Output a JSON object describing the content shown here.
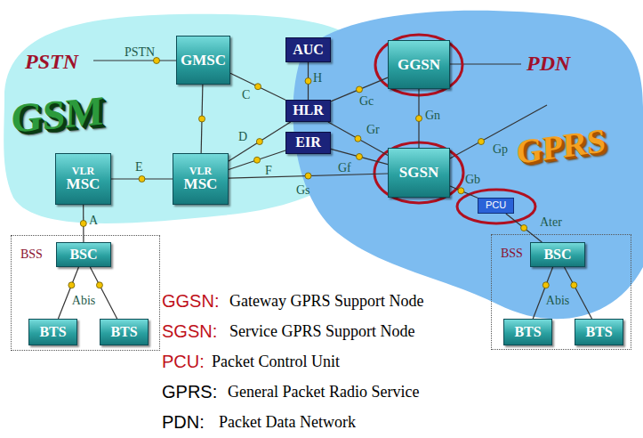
{
  "diagram": {
    "nodes": [
      {
        "text": [
          "GMSC"
        ]
      },
      {
        "text": [
          "AUC"
        ]
      },
      {
        "text": [
          "GGSN"
        ]
      },
      {
        "text": [
          "HLR"
        ]
      },
      {
        "text": [
          "EIR"
        ]
      },
      {
        "text": [
          "VLR",
          "MSC"
        ]
      },
      {
        "text": [
          "VLR",
          "MSC"
        ]
      },
      {
        "text": [
          "SGSN"
        ]
      },
      {
        "text": [
          "PCU"
        ]
      },
      {
        "text": [
          "BSS"
        ]
      },
      {
        "text": [
          "BSC"
        ],
        "in": 9
      },
      {
        "text": [
          "BTS"
        ],
        "in": 9
      },
      {
        "text": [
          "BTS"
        ],
        "in": 9
      },
      {
        "text": [
          "BSS"
        ]
      },
      {
        "text": [
          "BSC"
        ],
        "in": 13
      },
      {
        "text": [
          "BTS"
        ],
        "in": 13
      },
      {
        "text": [
          "BTS"
        ],
        "in": 13
      }
    ],
    "edges": [
      {
        "from": 0,
        "to": 6,
        "arrow": "none"
      },
      {
        "from": 0,
        "to": 3,
        "label": "C",
        "arrow": "none"
      },
      {
        "from": 1,
        "to": 3,
        "label": "H",
        "arrow": "none"
      },
      {
        "from": 3,
        "to": 2,
        "label": "Gc",
        "arrow": "none"
      },
      {
        "from": 2,
        "to": 7,
        "label": "Gn",
        "arrow": "none"
      },
      {
        "from": 5,
        "to": 6,
        "label": "E",
        "arrow": "none"
      },
      {
        "from": 6,
        "to": 3,
        "label": "D",
        "arrow": "none"
      },
      {
        "from": 6,
        "to": 4,
        "label": "F",
        "arrow": "none"
      },
      {
        "from": 6,
        "to": 7,
        "label": "Gs",
        "arrow": "none"
      },
      {
        "from": 3,
        "to": 7,
        "label": "Gr",
        "arrow": "none"
      },
      {
        "from": 4,
        "to": 7,
        "label": "Gf",
        "arrow": "none"
      },
      {
        "from": 7,
        "to": 8,
        "label": "Gb",
        "arrow": "none"
      },
      {
        "from": 8,
        "to": 14,
        "label": "Ater",
        "arrow": "none"
      },
      {
        "from": 5,
        "to": 10,
        "label": "A",
        "arrow": "none"
      },
      {
        "from": 10,
        "to": 11,
        "arrow": "none"
      },
      {
        "from": 10,
        "to": 12,
        "arrow": "none"
      },
      {
        "from": 14,
        "to": 15,
        "arrow": "none"
      },
      {
        "from": 14,
        "to": 16,
        "arrow": "none"
      }
    ],
    "labels": [
      "PSTN",
      "PDN",
      "GSM",
      "GPRS",
      "PSTN",
      "Gp",
      "Abis",
      "Abis",
      "GGSN:",
      "Gateway GPRS Support Node",
      "SGSN:",
      "Service GPRS Support Node",
      "PCU:",
      "Packet Control Unit",
      "GPRS:",
      "General Packet Radio Service",
      "PDN:",
      "Packet Data Network"
    ]
  }
}
